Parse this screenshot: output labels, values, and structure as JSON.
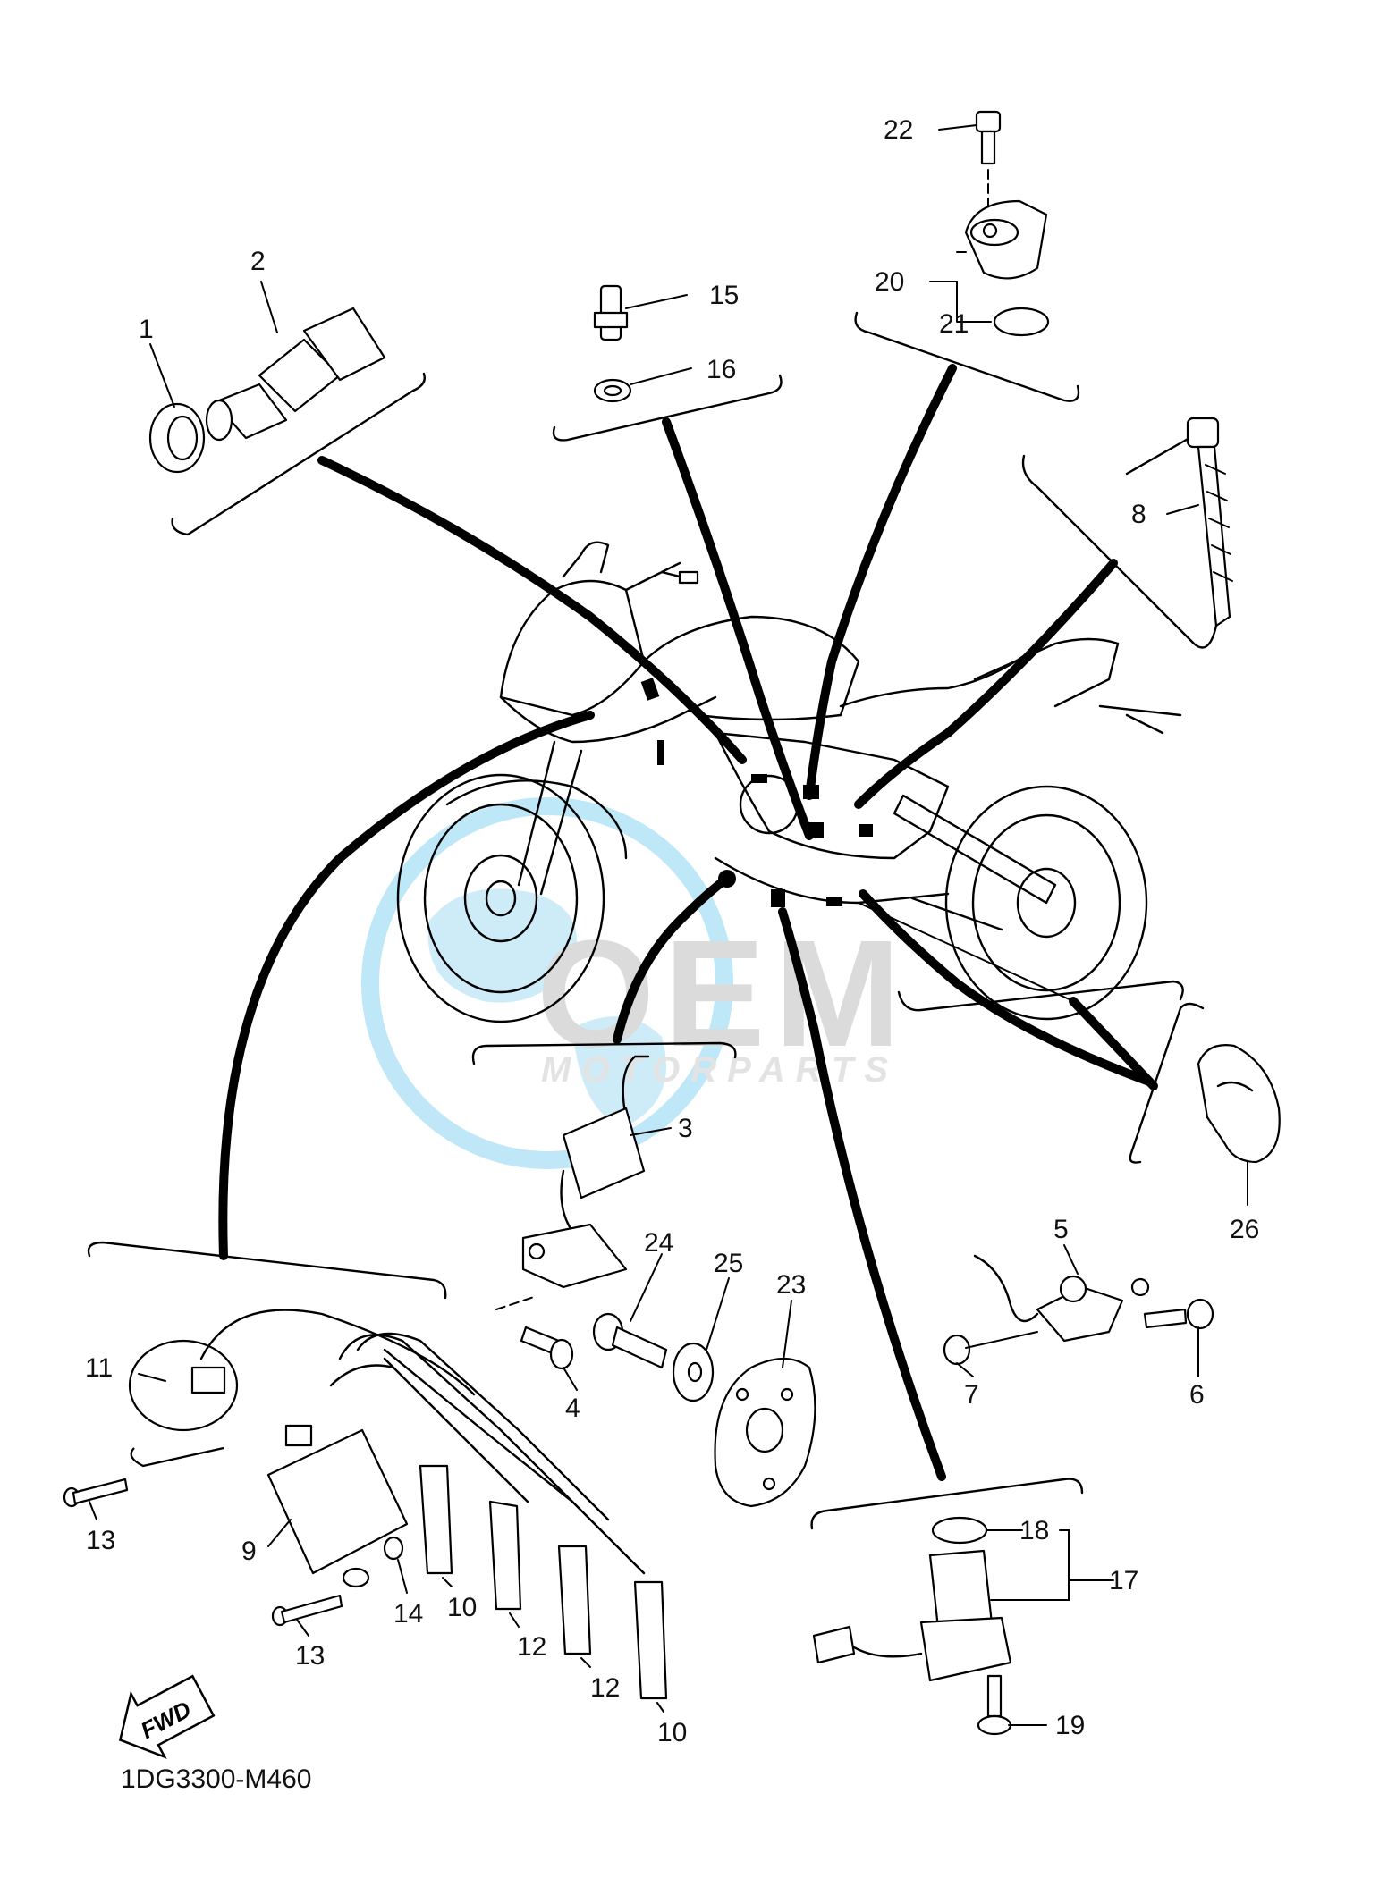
{
  "diagram": {
    "code": "1DG3300-M460",
    "fwd_label": "FWD",
    "watermark": {
      "brand": "OEM",
      "sub": "MOTORPARTS"
    },
    "callouts": [
      "1",
      "2",
      "3",
      "4",
      "5",
      "6",
      "7",
      "8",
      "9",
      "10",
      "10",
      "11",
      "12",
      "12",
      "13",
      "13",
      "14",
      "15",
      "16",
      "17",
      "18",
      "19",
      "20",
      "21",
      "22",
      "23",
      "24",
      "25",
      "26"
    ]
  }
}
